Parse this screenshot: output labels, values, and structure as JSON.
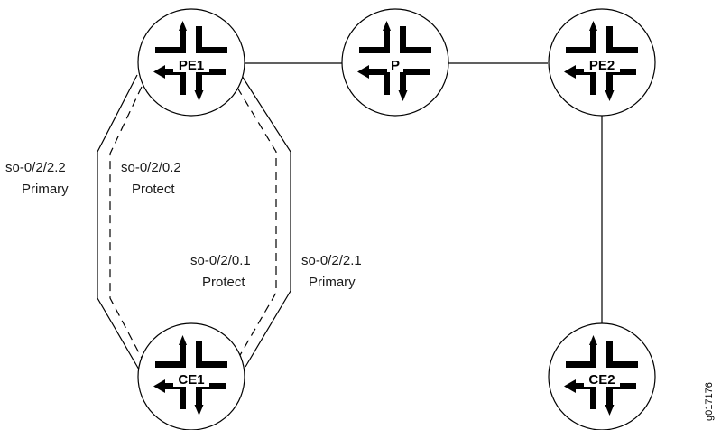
{
  "routers": {
    "pe1": {
      "name": "PE1"
    },
    "p": {
      "name": "P"
    },
    "pe2": {
      "name": "PE2"
    },
    "ce1": {
      "name": "CE1"
    },
    "ce2": {
      "name": "CE2"
    }
  },
  "links": {
    "outer_left": {
      "interface": "so-0/2/2.2",
      "role": "Primary"
    },
    "inner_left": {
      "interface": "so-0/2/0.2",
      "role": "Protect"
    },
    "inner_right": {
      "interface": "so-0/2/0.1",
      "role": "Protect"
    },
    "outer_right": {
      "interface": "so-0/2/2.1",
      "role": "Primary"
    }
  },
  "figure_id": "g017176",
  "colors": {
    "stroke": "#000000",
    "router_fill": "#ffffff"
  }
}
